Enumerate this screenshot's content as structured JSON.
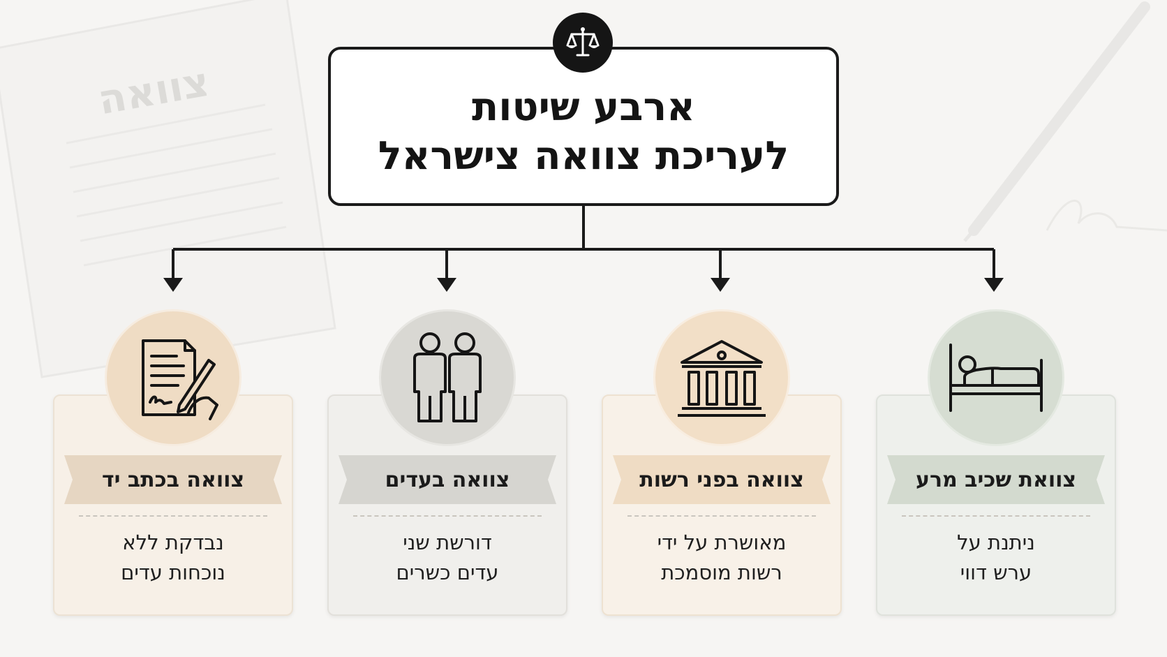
{
  "title": {
    "line1": "ארבע שיטות",
    "line2": "לעריכת צוואה צישראל"
  },
  "background": {
    "paper_watermark": "צוואה"
  },
  "methods": [
    {
      "label": "צוואה בכתב יד",
      "desc_line1": "נבדקת ללא",
      "desc_line2": "נוכחות עדים",
      "icon": "handwritten-document-icon",
      "circle_color": "#efdcc4",
      "ribbon_color": "#e6d6c2"
    },
    {
      "label": "צוואה בעדים",
      "desc_line1": "דורשת שני",
      "desc_line2": "עדים כשרים",
      "icon": "two-witnesses-icon",
      "circle_color": "#d9d8d3",
      "ribbon_color": "#d6d5d0"
    },
    {
      "label": "צוואה בפני רשות",
      "desc_line1": "מאושרת על ידי",
      "desc_line2": "רשות מוסמכת",
      "icon": "courthouse-icon",
      "circle_color": "#f2dfc7",
      "ribbon_color": "#efdcc4"
    },
    {
      "label": "צוואת שכיב מרע",
      "desc_line1": "ניתנת על",
      "desc_line2": "ערש דווי",
      "icon": "person-in-bed-icon",
      "circle_color": "#d6ddd2",
      "ribbon_color": "#d3dacf"
    }
  ],
  "emblem_icon": "scales-of-justice-icon"
}
